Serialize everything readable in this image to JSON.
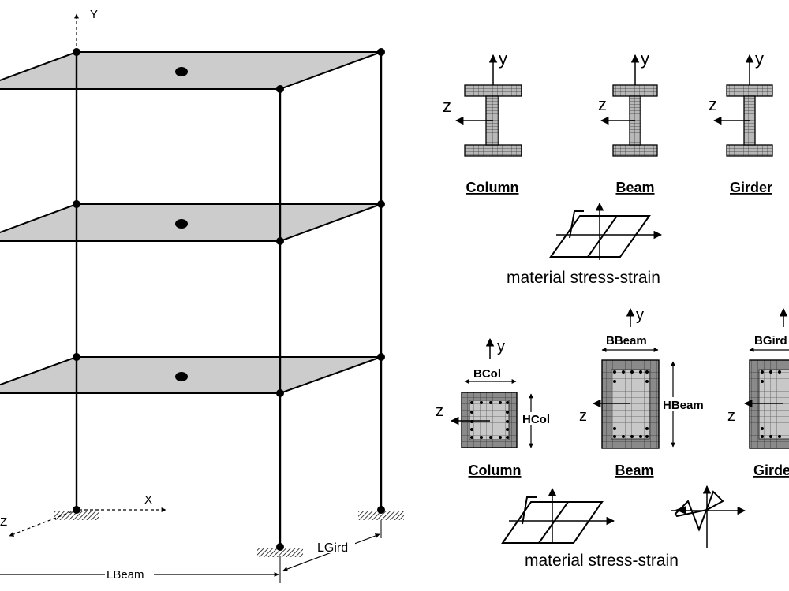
{
  "frame": {
    "axis_y": "Y",
    "axis_x": "X",
    "axis_z": "Z",
    "dim_beam": "LBeam",
    "dim_gird": "LGird"
  },
  "steel": {
    "axis_y": "y",
    "axis_z": "z",
    "column": "Column",
    "beam": "Beam",
    "girder": "Girder",
    "material": "material stress-strain"
  },
  "rc": {
    "axis_y": "y",
    "axis_z": "z",
    "bcol": "BCol",
    "hcol": "HCol",
    "bbeam": "BBeam",
    "hbeam": "HBeam",
    "bgird": "BGird",
    "column": "Column",
    "beam": "Beam",
    "girder": "Girder",
    "material": "material stress-strain"
  },
  "colors": {
    "slab_fill": "#cccccc",
    "line": "#000000",
    "steel_fill": "#b8b8b8",
    "rc_cover": "#8a8a8a",
    "rc_core": "#c8c8c8"
  }
}
